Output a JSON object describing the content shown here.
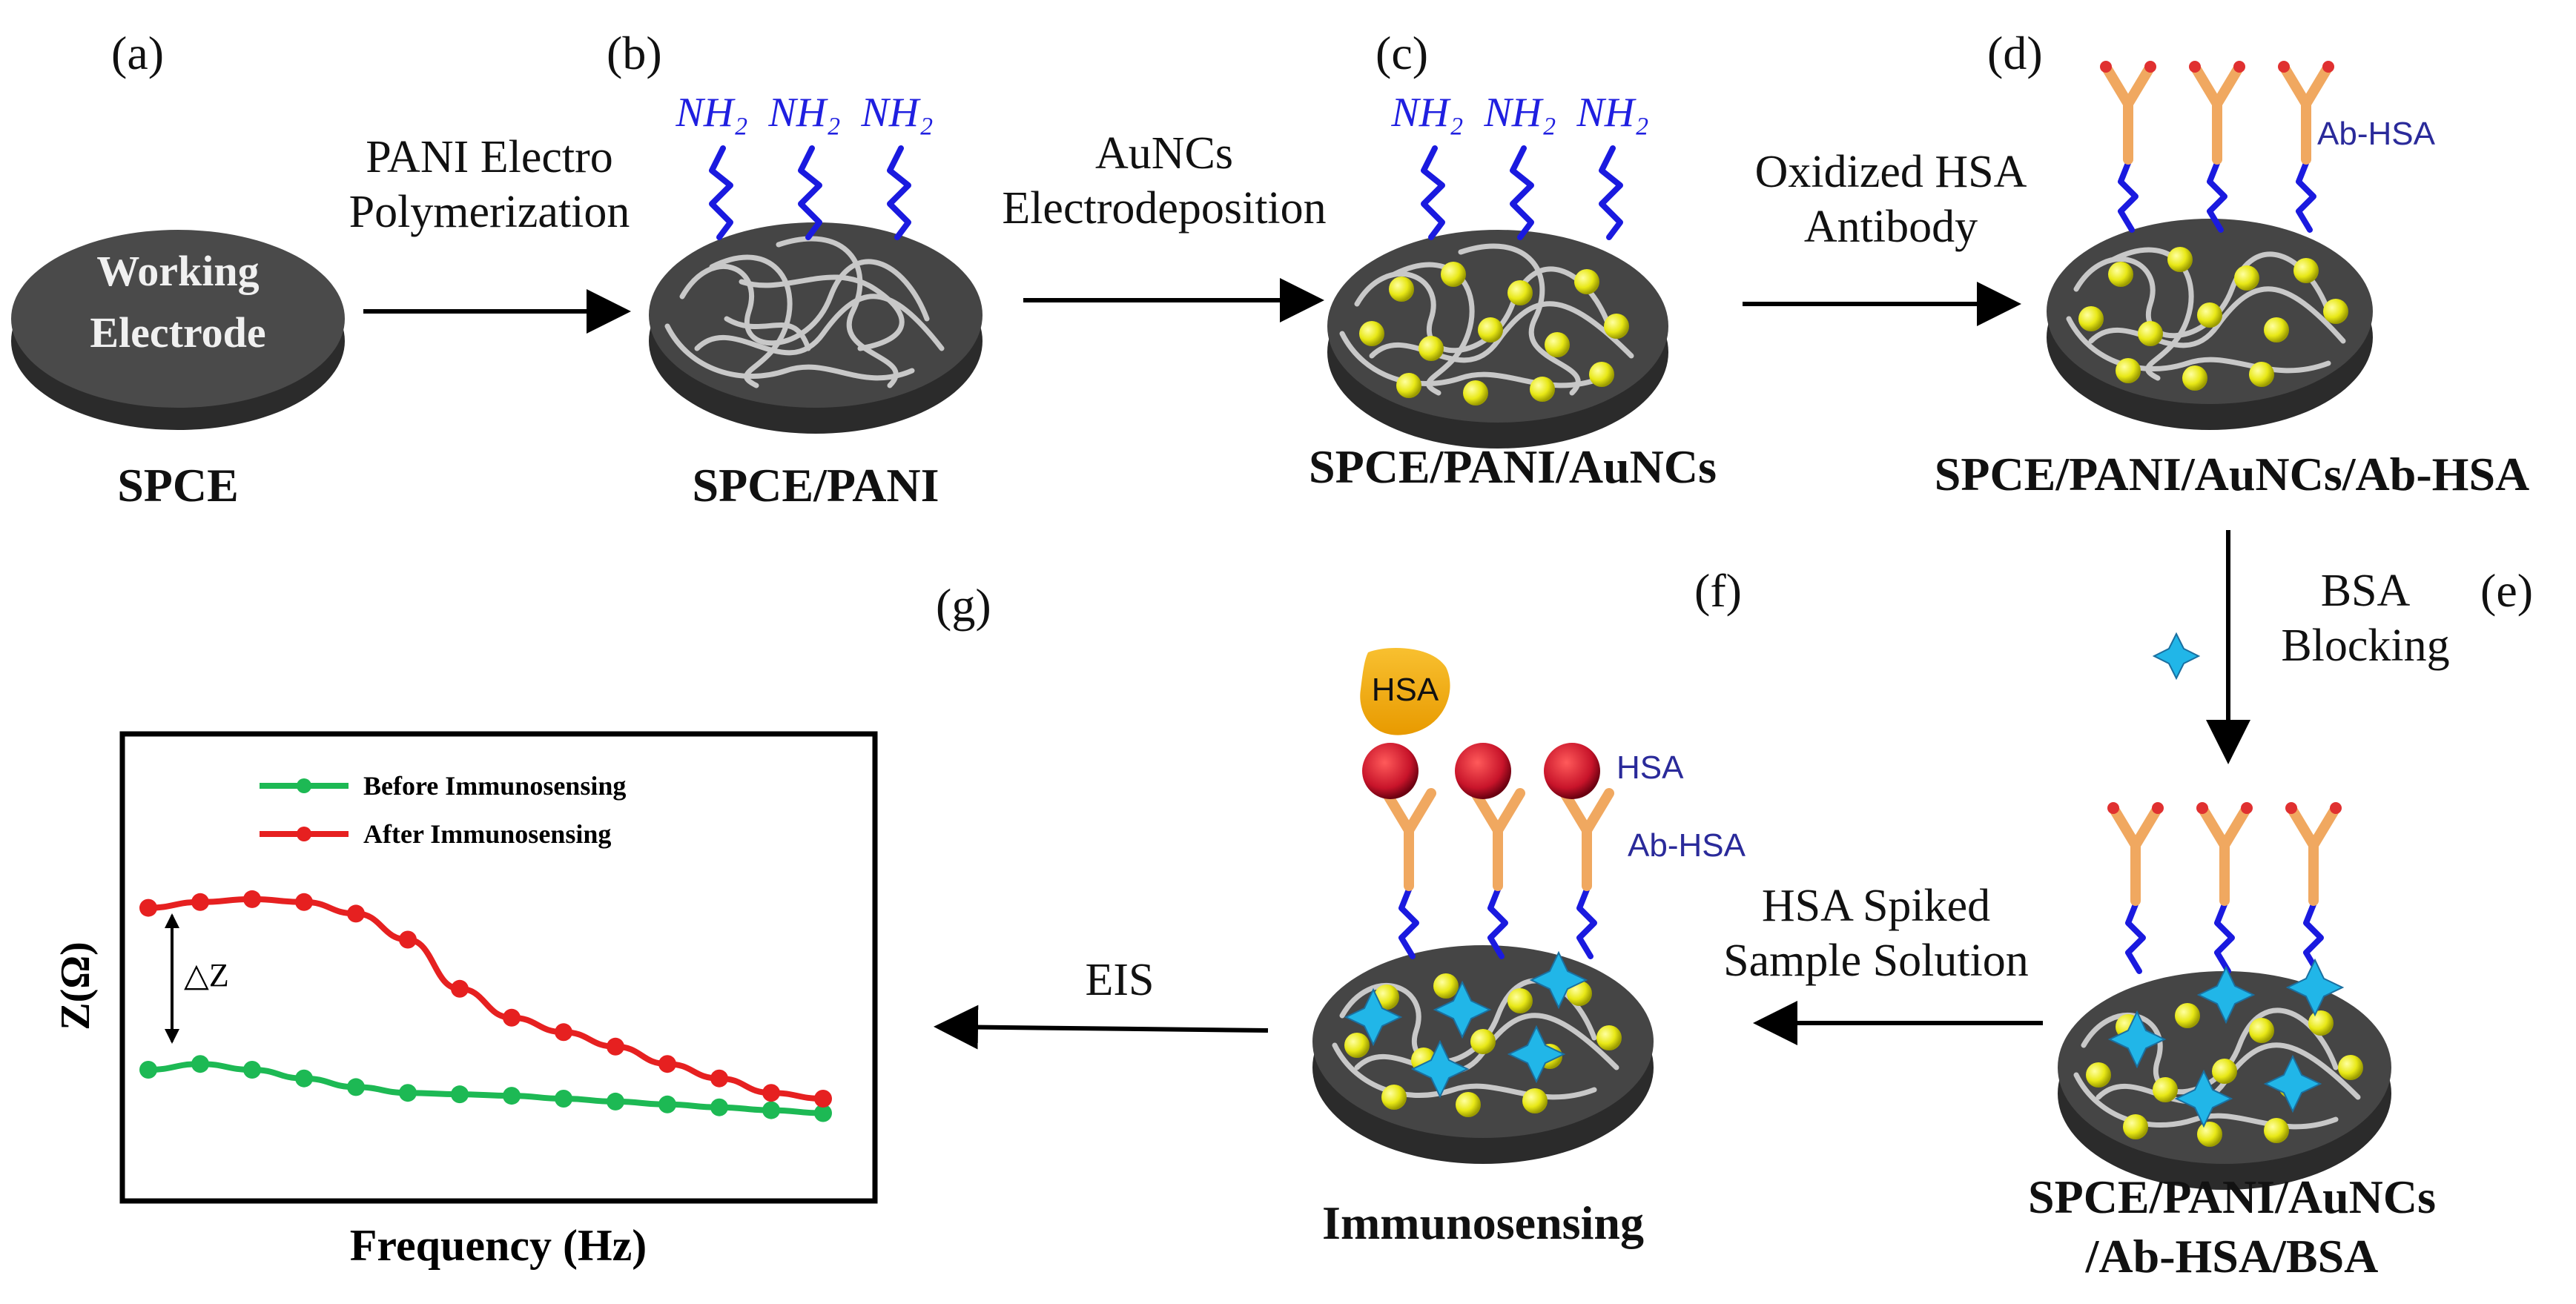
{
  "panels": {
    "a": {
      "letter": "(a)",
      "name": "SPCE",
      "disc_text_1": "Working",
      "disc_text_2": "Electrode"
    },
    "b": {
      "letter": "(b)",
      "name": "SPCE/PANI"
    },
    "c": {
      "letter": "(c)",
      "name": "SPCE/PANI/AuNCs"
    },
    "d": {
      "letter": "(d)",
      "name": "SPCE/PANI/AuNCs/Ab-HSA",
      "ab_label": "Ab-HSA"
    },
    "e": {
      "letter": "(e)",
      "name_line1": "SPCE/PANI/AuNCs",
      "name_line2": "/Ab-HSA/BSA"
    },
    "f": {
      "letter": "(f)",
      "name": "Immunosensing",
      "hsa_drop": "HSA",
      "hsa_label": "HSA",
      "ab_label": "Ab-HSA"
    },
    "g": {
      "letter": "(g)"
    }
  },
  "amine_label": "NH₂",
  "steps": {
    "a_to_b": {
      "line1": "PANI Electro",
      "line2": "Polymerization"
    },
    "b_to_c": {
      "line1": "AuNCs",
      "line2": "Electrodeposition"
    },
    "c_to_d": {
      "line1": "Oxidized HSA",
      "line2": "Antibody"
    },
    "d_to_e": {
      "line1": "BSA",
      "line2": "Blocking"
    },
    "e_to_f": {
      "line1": "HSA Spiked",
      "line2": "Sample Solution"
    },
    "f_to_g": {
      "line1": "EIS"
    }
  },
  "chart_data": {
    "type": "line",
    "xlabel": "Frequency (Hz)",
    "ylabel": "Z(Ω)",
    "annotation": "△Z",
    "legend_position": "top",
    "series": [
      {
        "name": "Before Immunosensing",
        "color": "#1db954",
        "values": [
          0.3,
          0.32,
          0.3,
          0.27,
          0.24,
          0.22,
          0.215,
          0.21,
          0.2,
          0.19,
          0.18,
          0.17,
          0.16,
          0.15
        ]
      },
      {
        "name": "After Immunosensing",
        "color": "#e62020",
        "values": [
          0.86,
          0.88,
          0.89,
          0.88,
          0.84,
          0.75,
          0.58,
          0.48,
          0.43,
          0.38,
          0.32,
          0.27,
          0.22,
          0.2
        ]
      }
    ]
  },
  "colors": {
    "disc": "#3a3a3a",
    "gold": "#e8e816",
    "linker": "#1a1adf",
    "antibody": "#f0a860",
    "bsa": "#21b6e8",
    "hsa": "#c8142a"
  }
}
